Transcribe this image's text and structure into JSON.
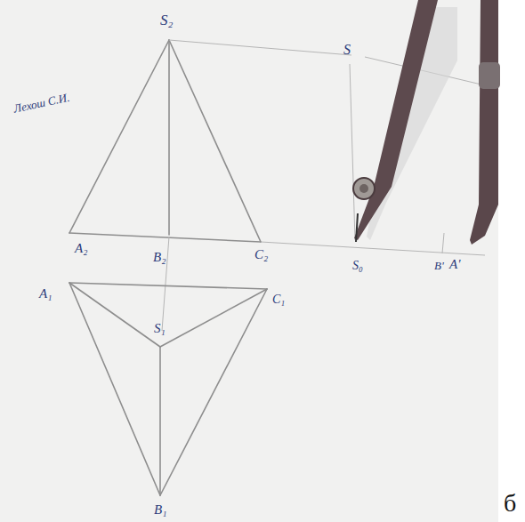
{
  "diagram": {
    "labels": [
      "S₂",
      "S",
      "Лехош С.И.",
      "A₂",
      "B₂",
      "C₂",
      "S₀",
      "B'",
      "A'",
      "A₁",
      "C₁",
      "S₁",
      "B₁",
      "б"
    ]
  }
}
